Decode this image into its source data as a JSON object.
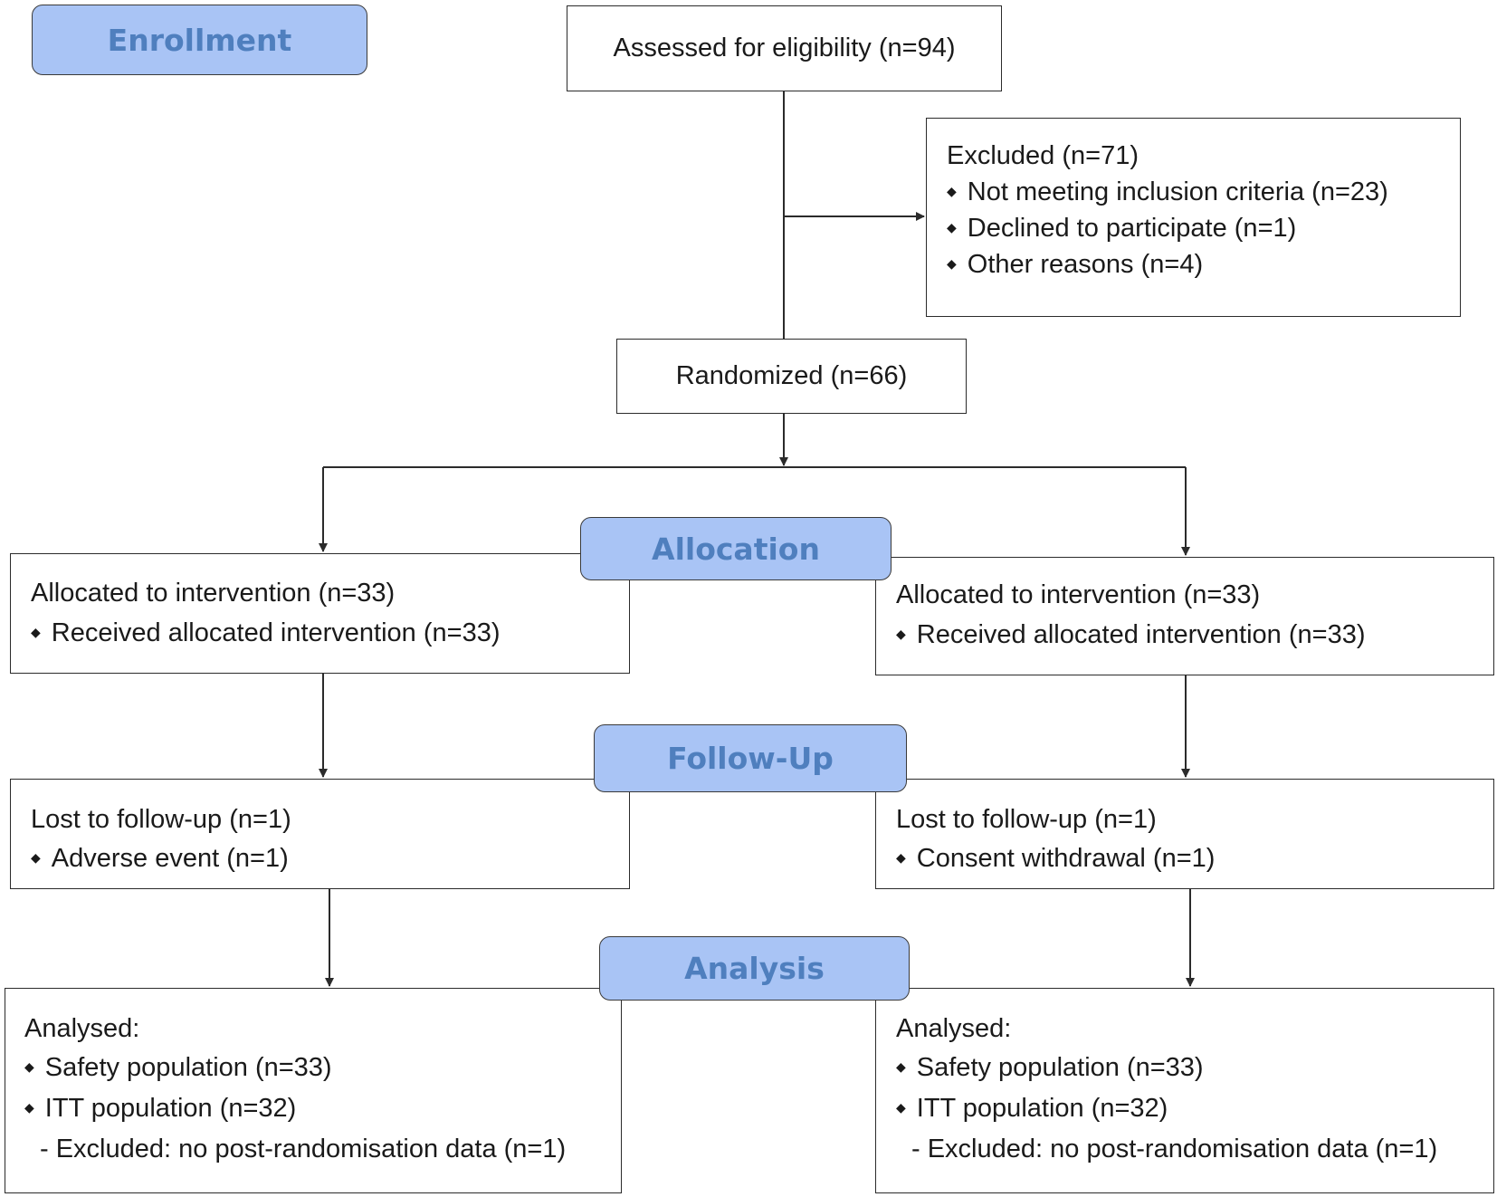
{
  "colors": {
    "stage_fill": "#a9c4f5",
    "stage_text": "#4f7fbe",
    "box_border": "#2b2b2b",
    "connector": "#2b2b2b"
  },
  "stages": {
    "enrollment": "Enrollment",
    "allocation": "Allocation",
    "follow_up": "Follow-Up",
    "analysis": "Analysis"
  },
  "assessed": "Assessed for eligibility (n=94)",
  "excluded": {
    "title": "Excluded  (n=71)",
    "items": [
      "Not meeting inclusion criteria (n=23)",
      "Declined to participate (n=1)",
      "Other reasons (n=4)"
    ]
  },
  "randomized": "Randomized (n=66)",
  "left": {
    "allocation": {
      "title": "Allocated to intervention (n=33)",
      "item": "Received allocated intervention (n=33)"
    },
    "follow_up": {
      "title": "Lost to follow-up (n=1)",
      "item": "Adverse event (n=1)"
    },
    "analysis": {
      "title": "Analysed:",
      "items": [
        "Safety population (n=33)",
        "ITT population (n=32)"
      ],
      "note": "- Excluded: no post-randomisation data (n=1)"
    }
  },
  "right": {
    "allocation": {
      "title": "Allocated to intervention (n=33)",
      "item": "Received allocated intervention (n=33)"
    },
    "follow_up": {
      "title": "Lost to follow-up (n=1)",
      "item": "Consent withdrawal (n=1)"
    },
    "analysis": {
      "title": "Analysed:",
      "items": [
        "Safety population (n=33)",
        "ITT population (n=32)"
      ],
      "note": "- Excluded: no post-randomisation data (n=1)"
    }
  }
}
